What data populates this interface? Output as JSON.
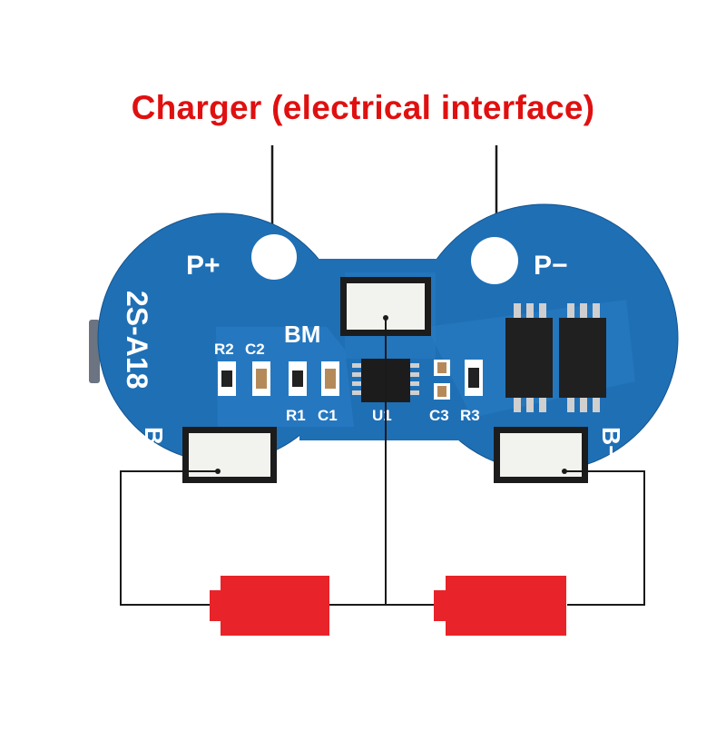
{
  "caption": "Charger (electrical interface)",
  "colors": {
    "caption": "#e01010",
    "board": "#1f6fb5",
    "board_edge": "#14558f",
    "pad": "#f2f2ee",
    "cell": "#e8242a",
    "wire": "#1a1a1a"
  },
  "board": {
    "pad_labels": {
      "p_plus": "P+",
      "p_minus": "P−",
      "b_plus": "B+",
      "b_minus": "B−"
    },
    "model": "2S-A18",
    "bm_label": "BM",
    "components": [
      "R2",
      "C2",
      "R1",
      "C1",
      "U1",
      "C3",
      "R3"
    ]
  }
}
